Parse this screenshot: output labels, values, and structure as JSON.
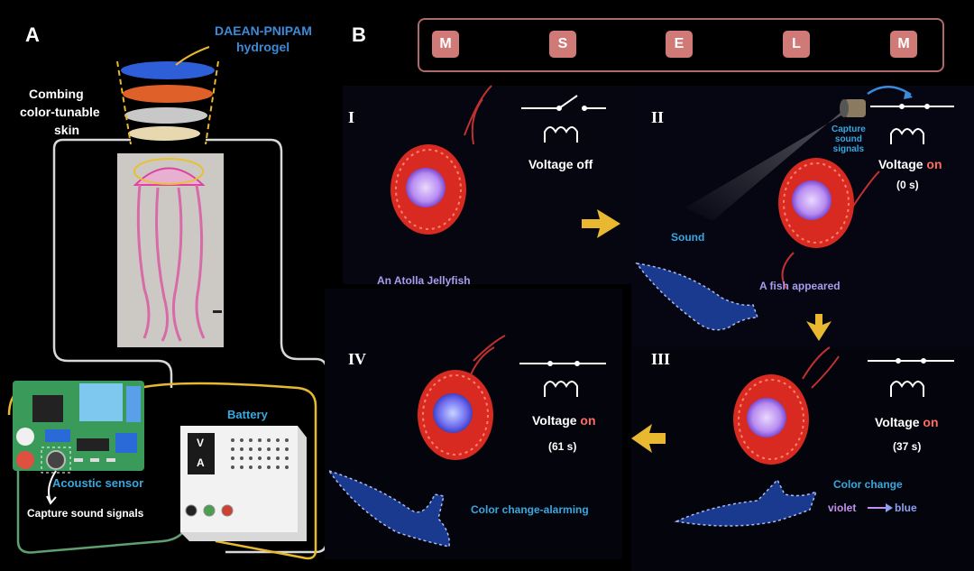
{
  "panels": {
    "a": "A",
    "b": "B"
  },
  "panel_a": {
    "hydrogel_line1": "DAEAN-PNIPAM",
    "hydrogel_line2": "hydrogel",
    "skin_line1": "Combing",
    "skin_line2": "color-tunable",
    "skin_line3": "skin",
    "battery": "Battery",
    "battery_v": "V",
    "battery_a": "A",
    "acoustic_sensor": "Acoustic sensor",
    "capture_sound": "Capture sound signals"
  },
  "flow": {
    "nodes": [
      "M",
      "S",
      "E",
      "L",
      "M"
    ]
  },
  "stages": {
    "i": {
      "numeral": "I",
      "voltage_label": "Voltage off",
      "caption": "An Atolla Jellyfish"
    },
    "ii": {
      "numeral": "II",
      "voltage_label": "Voltage",
      "voltage_state": "on",
      "time": "(0 s)",
      "mic_line1": "Capture",
      "mic_line2": "sound",
      "mic_line3": "signals",
      "sound": "Sound",
      "caption": "A fish appeared"
    },
    "iii": {
      "numeral": "III",
      "voltage_label": "Voltage",
      "voltage_state": "on",
      "time": "(37 s)",
      "caption": "Color change",
      "from_color": "violet",
      "to_color": "blue"
    },
    "iv": {
      "numeral": "IV",
      "voltage_label": "Voltage",
      "voltage_state": "on",
      "time": "(61 s)",
      "caption": "Color change-alarming"
    }
  },
  "colors": {
    "background": "#000000",
    "flow_border": "#b0696a",
    "flow_node": "#d07a78",
    "arrow_yellow": "#e8b830",
    "voltage_on": "#ff6b5e",
    "hydrogel_label": "#3b8bd9",
    "caption_blue": "#38a8e0",
    "caption_lavender": "#a89cf0"
  }
}
